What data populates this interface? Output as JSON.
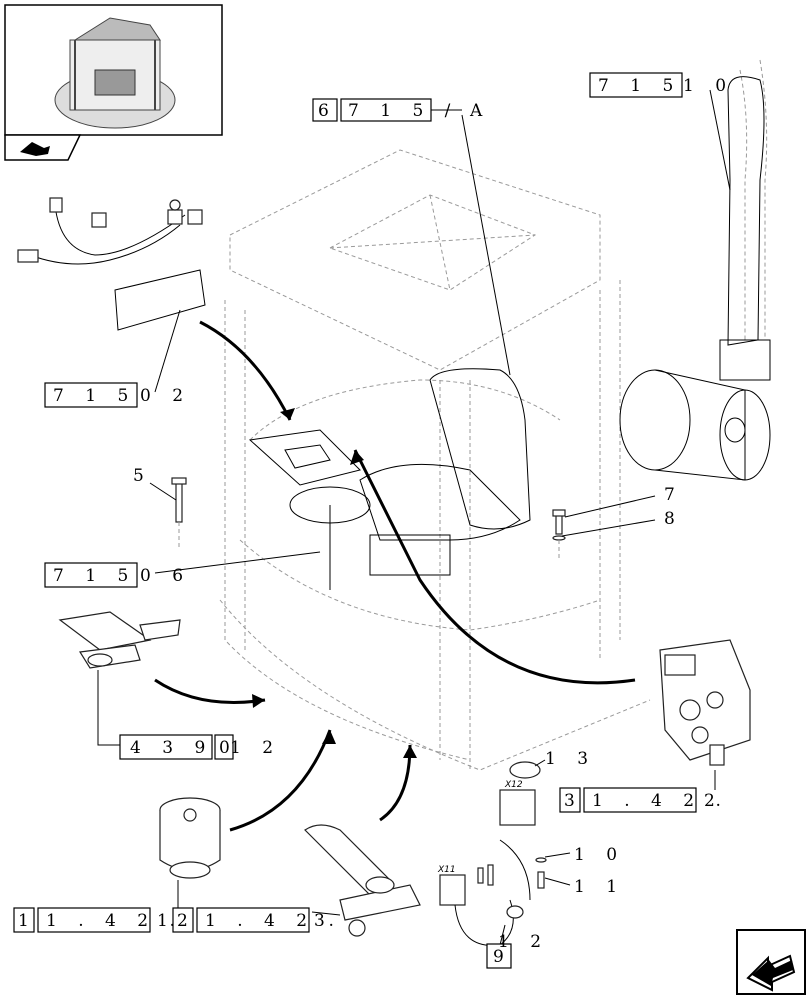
{
  "references": {
    "top_center": {
      "box1": "6",
      "box2": "7 1 5 /",
      "suffix": "A"
    },
    "top_right": {
      "box1": "7 1 5",
      "suffix": "1 0"
    },
    "left_upper": {
      "box1": "7 1 5",
      "suffix": "0 2"
    },
    "left_middle": {
      "box1": "7 1 5",
      "suffix": "0 6"
    },
    "left_lower": {
      "box1": "4 3 9",
      "box2": "0",
      "suffix": "1 2"
    },
    "right_lower": {
      "box1": "3",
      "box2": "1 . 4 2 .",
      "suffix": "2"
    },
    "bottom_left": {
      "box1": "1",
      "box2": "1 . 4 2 .",
      "suffix": "1"
    },
    "bottom_center": {
      "box1": "2",
      "box2": "1 . 4 2 .",
      "suffix": "3"
    },
    "bottom_right": {
      "box1": "9",
      "suffix": "1 2"
    }
  },
  "callouts": {
    "item5": "5",
    "item7": "7",
    "item8": "8",
    "item10": "1 0",
    "item11": "1 1",
    "item13": "1 3"
  },
  "connector_labels": {
    "x11": "X11",
    "x12": "X12"
  },
  "icons": {
    "thumbnail_nav": "previous-page-icon",
    "corner_nav": "next-page-icon"
  }
}
